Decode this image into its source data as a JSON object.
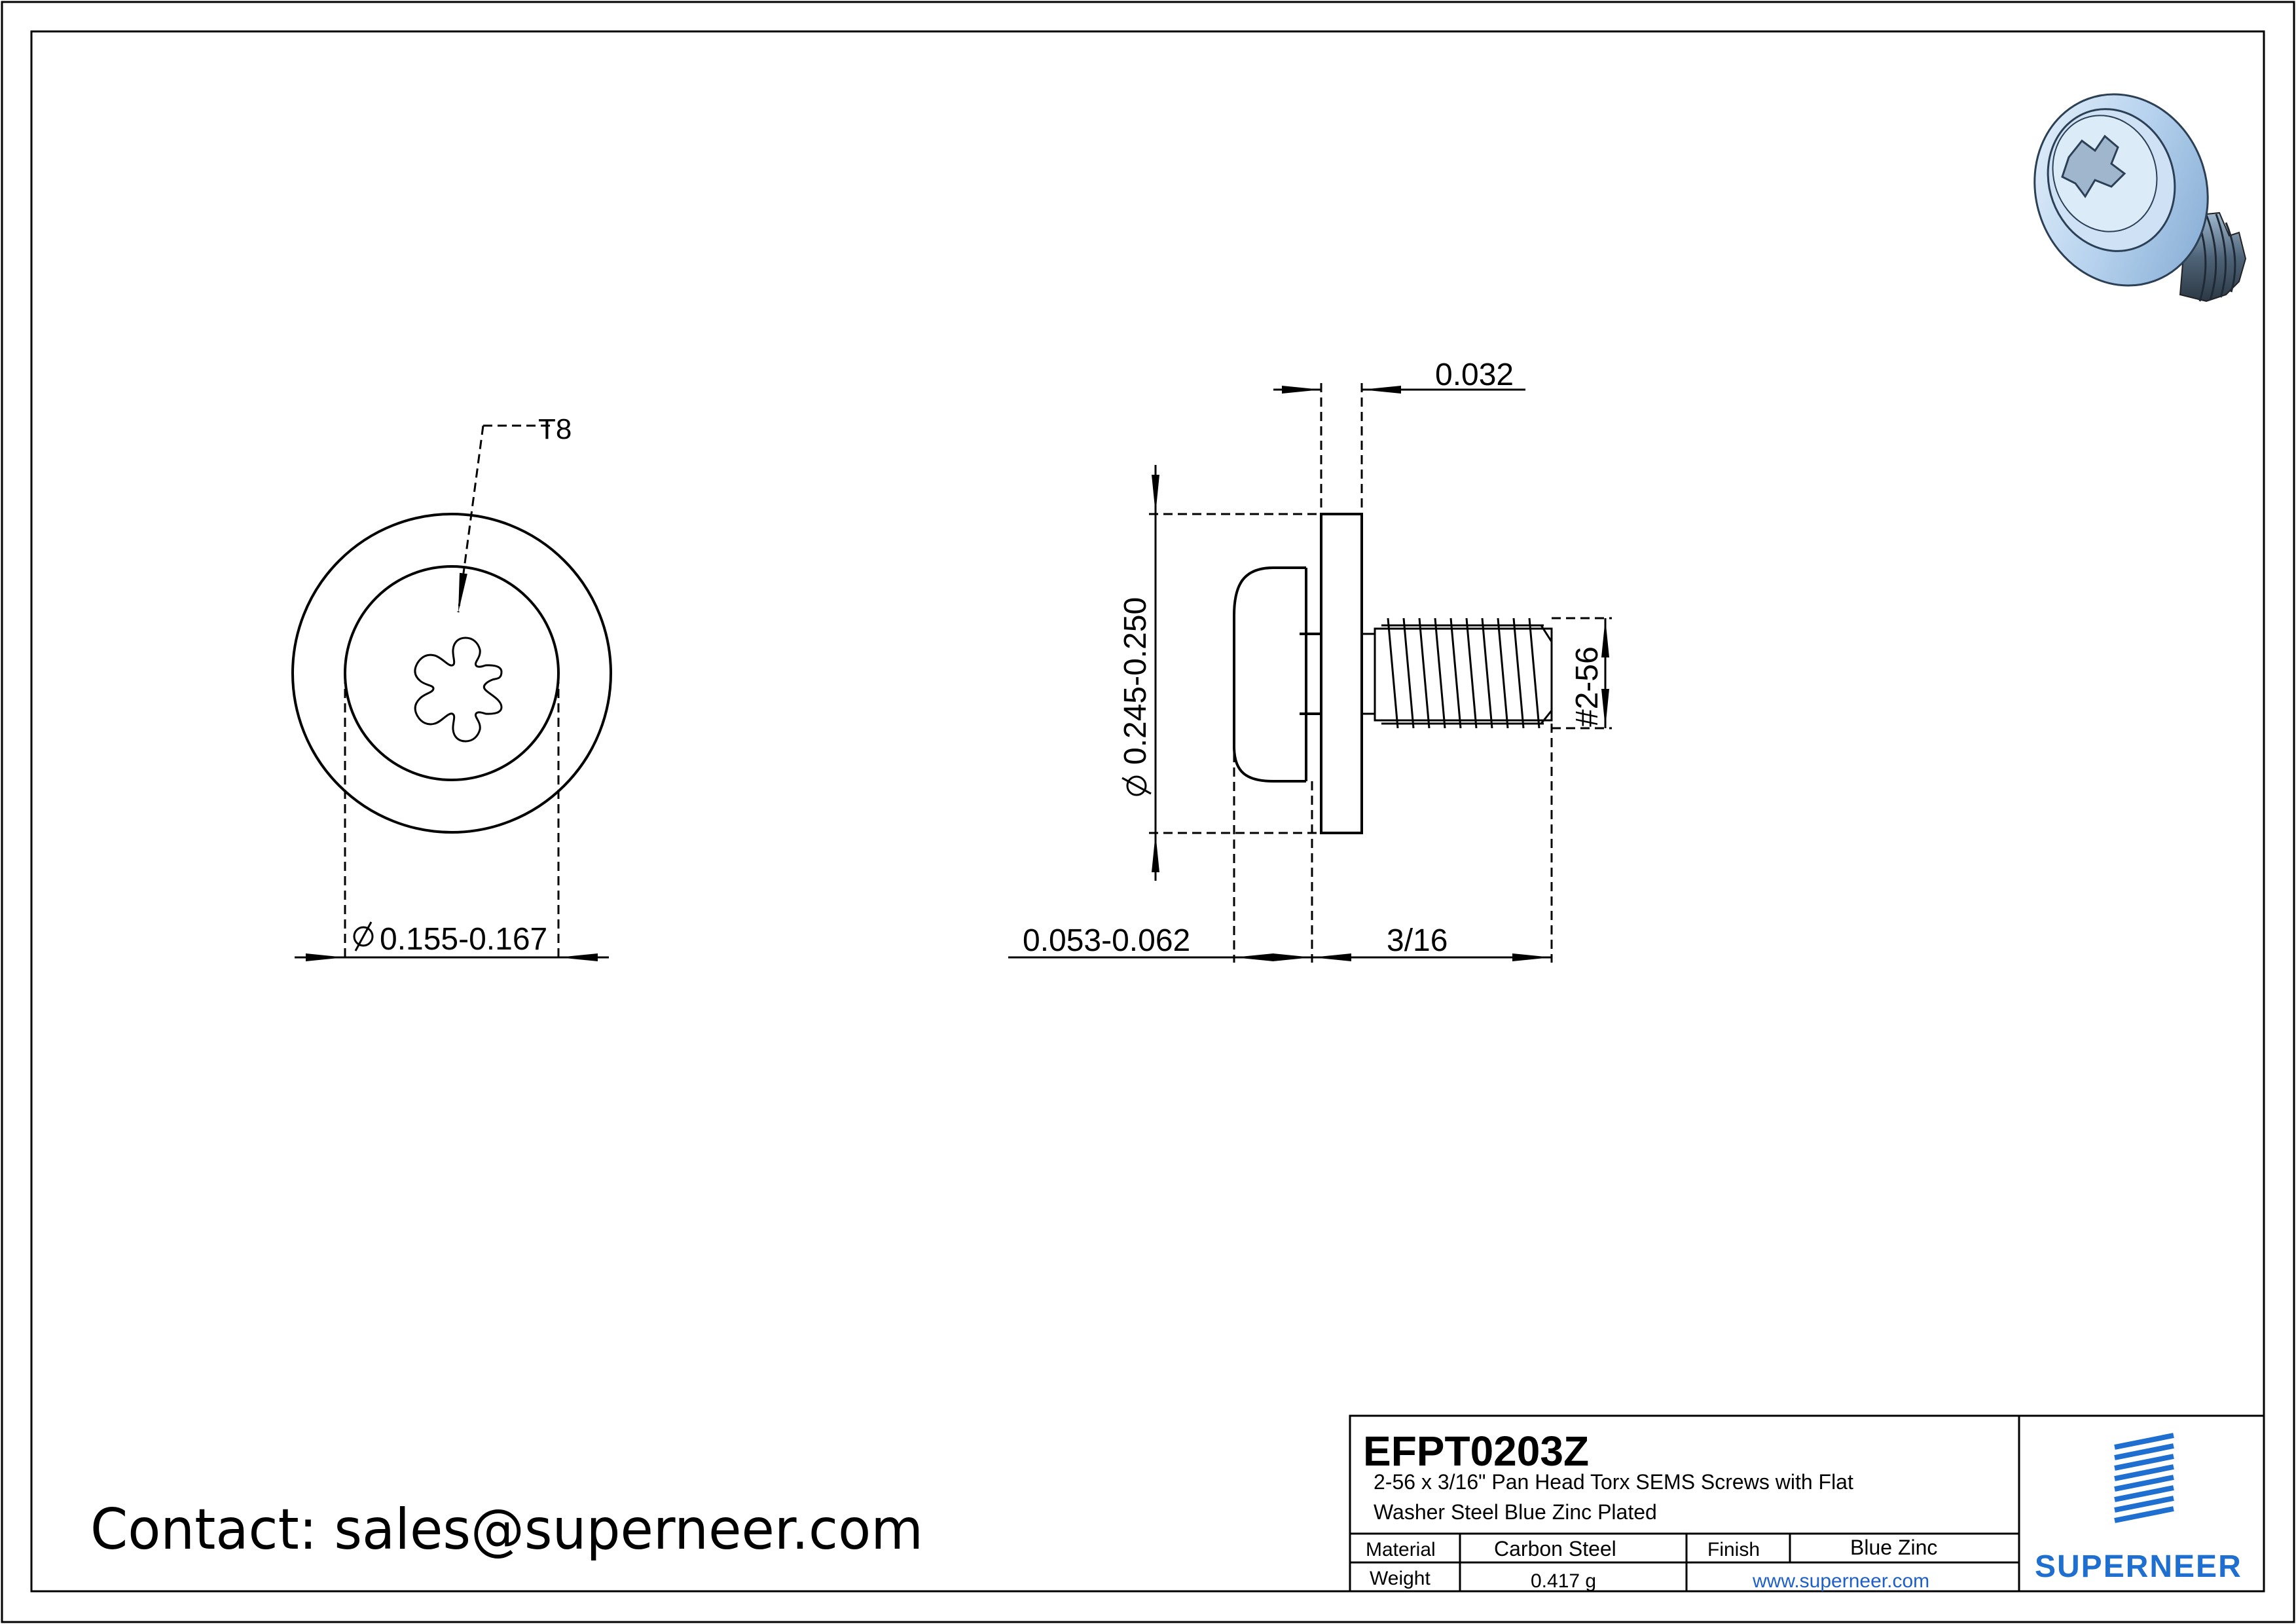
{
  "drawing": {
    "labels": {
      "driver": "T8",
      "washer_thickness": "0.032",
      "head_diameter": "0.245-0.250",
      "thread_size": "#2-56",
      "head_height": "0.053-0.062",
      "length": "3/16",
      "drive_diameter": "0.155-0.167"
    }
  },
  "contact": {
    "text": "Contact: sales@superneer.com"
  },
  "title_block": {
    "part_number": "EFPT0203Z",
    "description_line1": "2-56 x 3/16\" Pan Head Torx SEMS Screws with Flat",
    "description_line2": "Washer Steel Blue Zinc Plated",
    "material_label": "Material",
    "material_value": "Carbon Steel",
    "finish_label": "Finish",
    "finish_value": "Blue Zinc",
    "weight_label": "Weight",
    "weight_value": "0.417 g",
    "website": "www.superneer.com",
    "brand": "SUPERNEER"
  },
  "colors": {
    "line": "#000000",
    "brand_blue": "#1f6fd1",
    "website_blue": "#1f5fc8",
    "screw_blue": "#bcd6f0"
  }
}
